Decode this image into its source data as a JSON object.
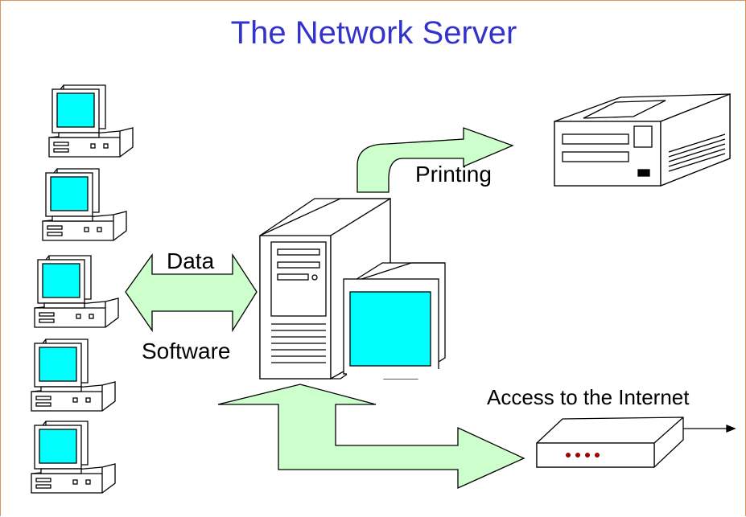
{
  "title": "The Network Server",
  "labels": {
    "data": "Data",
    "software": "Software",
    "printing": "Printing",
    "internet": "Access to the Internet"
  },
  "colors": {
    "title": "#3333cc",
    "screen": "#00ffff",
    "arrow_fill": "#ccffcc",
    "modem_lights": "#990000",
    "border": "#d9925a"
  },
  "icons": {
    "client": "desktop-computer-icon",
    "server": "tower-server-icon",
    "printer": "printer-icon",
    "modem": "modem-icon"
  }
}
